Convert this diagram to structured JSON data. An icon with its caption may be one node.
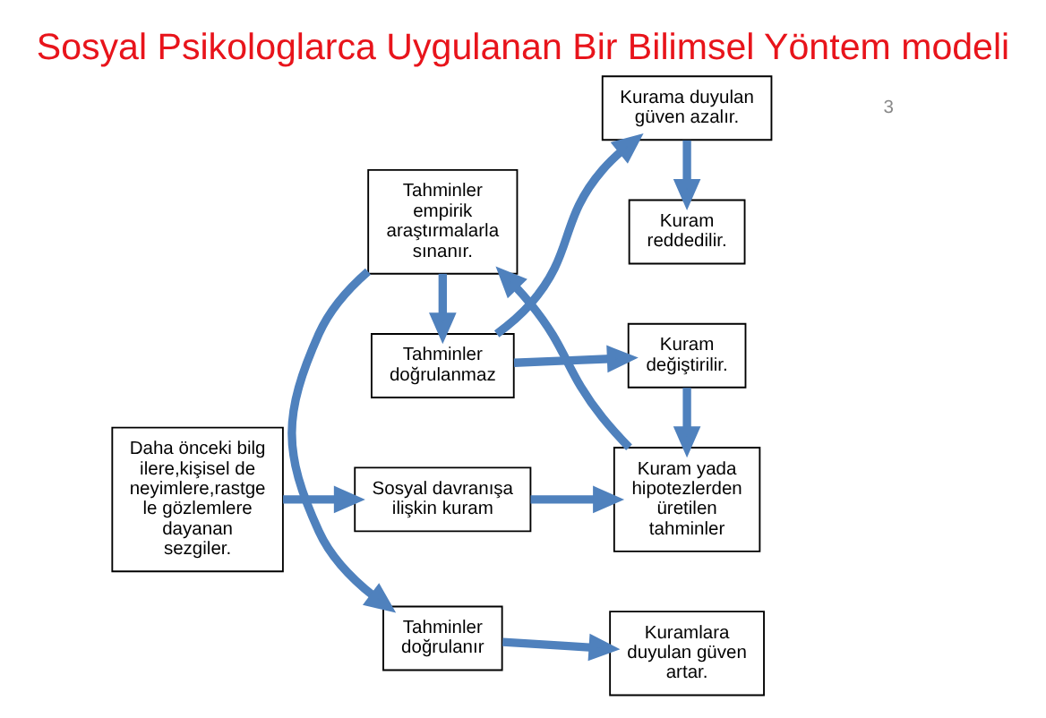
{
  "diagram": {
    "title": "Sosyal Psikologlarca Uygulanan Bir Bilimsel Yöntem modeli",
    "nodes": [
      {
        "text": [
          "Tahminler doğrulanır"
        ]
      },
      {
        "text": [
          "Kuramlara duyulan güven artar."
        ]
      },
      {
        "text": [
          "Daha önceki bilgilere,kişisel deneyimlere,rastgele gözlemlere dayanan sezgiler."
        ]
      },
      {
        "text": [
          "Sosyal davranışa ilişkin kuram"
        ]
      },
      {
        "text": [
          "Kuram yada hipotezlerden üretilen tahminler"
        ]
      },
      {
        "text": [
          "Tahminler empirik araştırmalarla sınanır."
        ]
      },
      {
        "text": [
          "Tahminler doğrulanmaz"
        ]
      },
      {
        "text": [
          "Kurama duyulan güven azalır."
        ]
      },
      {
        "text": [
          "Kuram değiştirilir."
        ]
      },
      {
        "text": [
          "Kuram reddedilir."
        ]
      }
    ],
    "edges": [
      {
        "from": 2,
        "to": 3,
        "arrow": "to"
      },
      {
        "from": 3,
        "to": 4,
        "arrow": "to"
      },
      {
        "from": 4,
        "to": 5,
        "arrow": "to"
      },
      {
        "from": 5,
        "to": 0,
        "arrow": "to"
      },
      {
        "from": 0,
        "to": 1,
        "arrow": "to"
      },
      {
        "from": 5,
        "to": 6,
        "arrow": "to"
      },
      {
        "from": 6,
        "to": 7,
        "arrow": "to"
      },
      {
        "from": 6,
        "to": 8,
        "arrow": "to"
      },
      {
        "from": 7,
        "to": 9,
        "arrow": "to"
      },
      {
        "from": 8,
        "to": 4,
        "arrow": "to"
      }
    ],
    "labels": [
      "3"
    ]
  }
}
